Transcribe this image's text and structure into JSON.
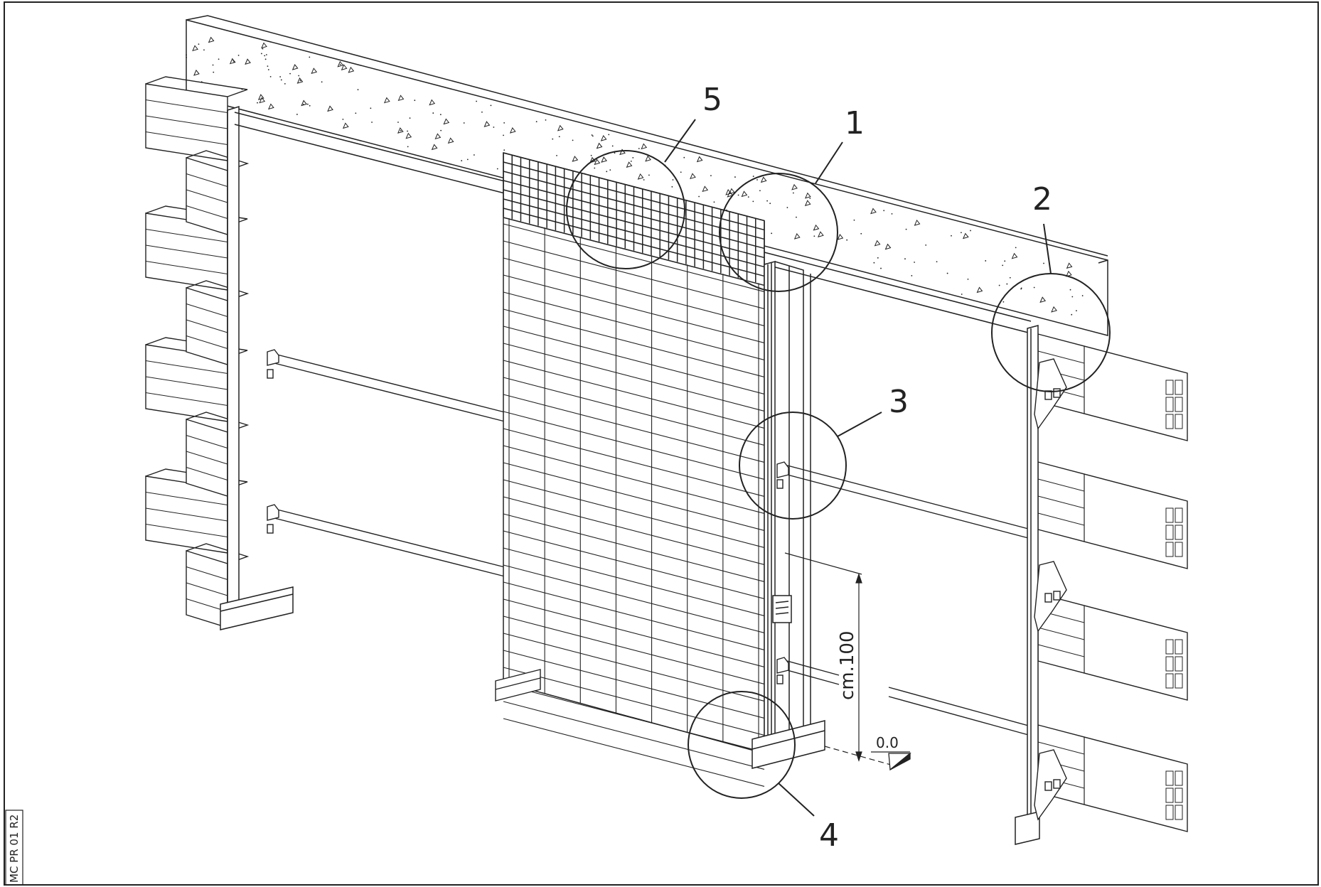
{
  "drawing": {
    "callouts": [
      {
        "number": "1"
      },
      {
        "number": "2"
      },
      {
        "number": "3"
      },
      {
        "number": "4"
      },
      {
        "number": "5"
      }
    ],
    "dimension_label": "cm.100",
    "level_label": "0.0",
    "drawing_code": "MC PR 01 R2",
    "colors": {
      "line": "#222222",
      "background": "#ffffff"
    }
  }
}
